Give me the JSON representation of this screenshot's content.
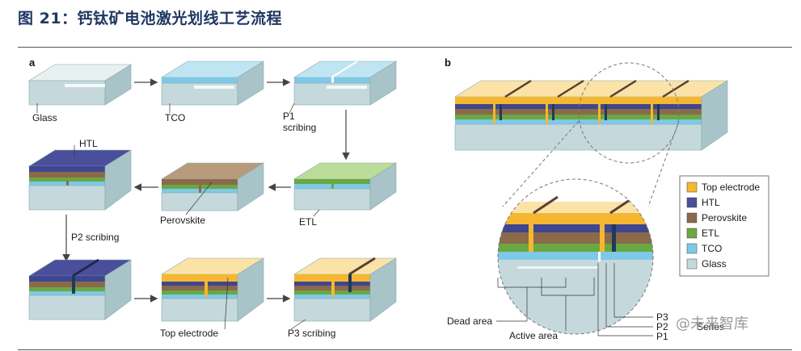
{
  "title": "图 21：钙钛矿电池激光划线工艺流程",
  "panel_a": {
    "label": "a",
    "steps": {
      "glass": "Glass",
      "tco": "TCO",
      "p1": "P1",
      "p1_scribing": "scribing",
      "etl": "ETL",
      "perovskite": "Perovskite",
      "htl": "HTL",
      "p2": "P2 scribing",
      "top": "Top electrode",
      "p3": "P3 scribing"
    }
  },
  "panel_b": {
    "label": "b",
    "annotations": {
      "dead": "Dead area",
      "active": "Active area",
      "p1": "P1",
      "p2": "P2",
      "p3": "P3",
      "series": "Series"
    }
  },
  "legend": [
    {
      "label": "Top electrode",
      "color": "#f5b731"
    },
    {
      "label": "HTL",
      "color": "#4a4f9c"
    },
    {
      "label": "Perovskite",
      "color": "#8a6a4a"
    },
    {
      "label": "ETL",
      "color": "#6aa842"
    },
    {
      "label": "TCO",
      "color": "#7ec8e8"
    },
    {
      "label": "Glass",
      "color": "#c5d9dc"
    }
  ],
  "watermark": "@未来智库"
}
